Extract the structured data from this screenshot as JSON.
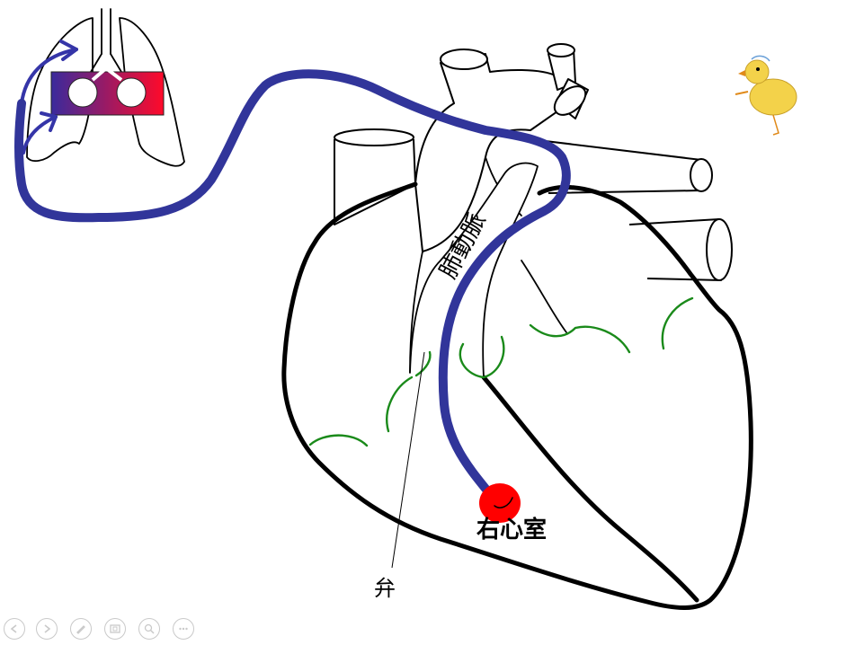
{
  "labels": {
    "artery": "肺動脈",
    "ventricle": "右心室",
    "valve": "弁"
  },
  "colors": {
    "blood_path": "#31359a",
    "valve_arcs": "#1a8a1a",
    "cell": "#ff0000",
    "outline": "#000000"
  },
  "toolbar": {
    "icons": [
      "prev-icon",
      "next-icon",
      "pen-icon",
      "slides-icon",
      "zoom-icon",
      "more-icon"
    ]
  }
}
